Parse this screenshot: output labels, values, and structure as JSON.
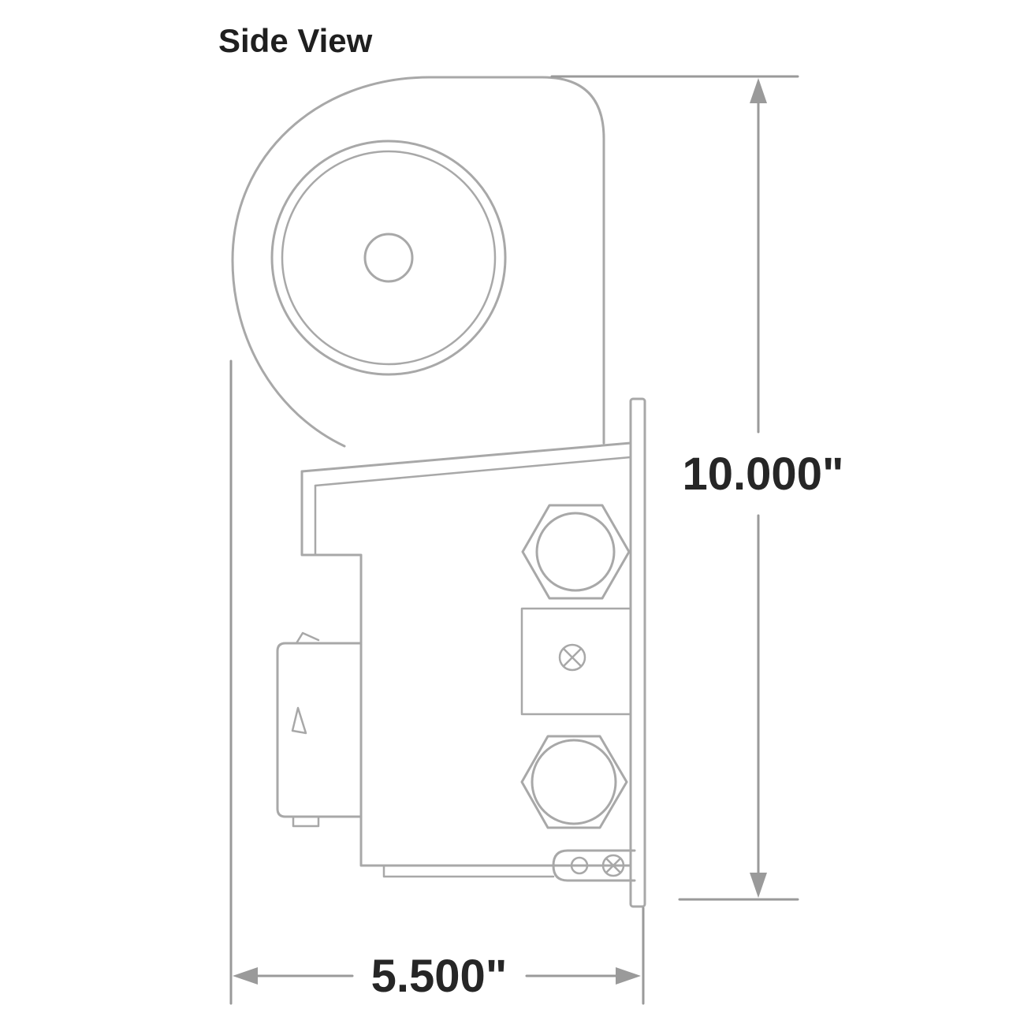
{
  "title": "Side View",
  "dimensions": {
    "height_label": "10.000\"",
    "width_label": "5.500\""
  },
  "colors": {
    "line": "#a8a8a8",
    "dimension_line": "#9a9a9a",
    "text": "#1f1f1f",
    "background": "#ffffff"
  }
}
